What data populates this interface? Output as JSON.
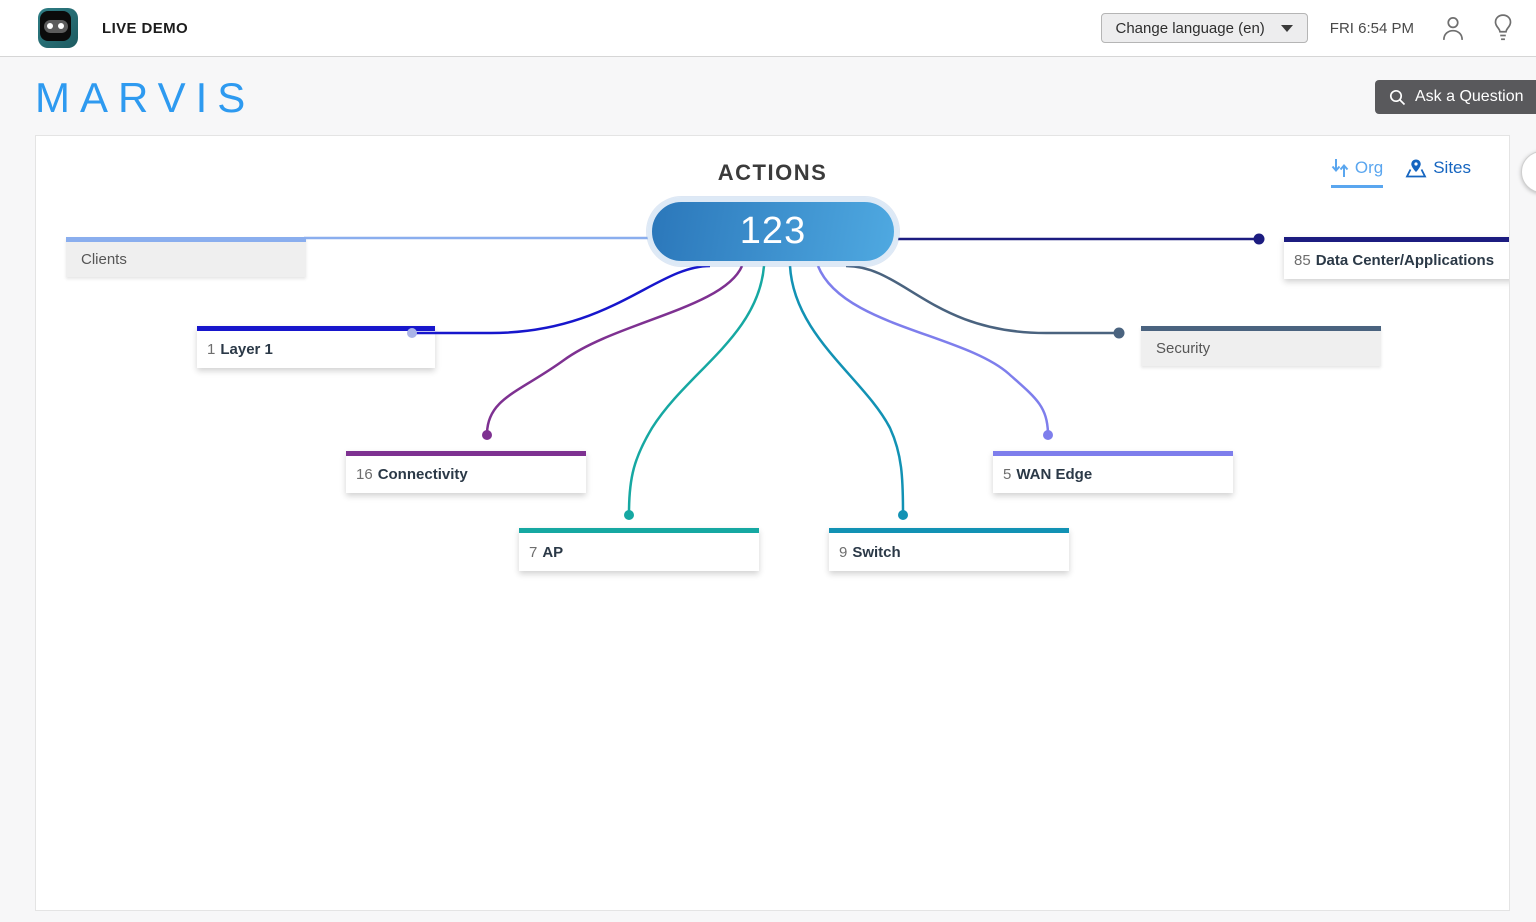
{
  "topbar": {
    "brand": "LIVE DEMO",
    "language_selector": "Change language (en)",
    "clock": "FRI 6:54 PM"
  },
  "header": {
    "title": "MARVIS",
    "title_color": "#2e9af0",
    "ask_button": "Ask a Question"
  },
  "panel": {
    "title": "ACTIONS",
    "tabs": [
      {
        "label": "Org",
        "active": true,
        "color": "#5aa6ef"
      },
      {
        "label": "Sites",
        "active": false,
        "color": "#1565c0"
      }
    ],
    "collapse_chevron": "‹"
  },
  "mindmap": {
    "root": {
      "value": "123",
      "gradient_start": "#2b77ba",
      "gradient_end": "#4fa9e1",
      "ring_color": "#dde9f6"
    },
    "branches": [
      {
        "id": "clients",
        "count": "",
        "label": "Clients",
        "color": "#8aaeee",
        "dot_color": "#8aaeee",
        "disabled": true
      },
      {
        "id": "data-center",
        "count": "85",
        "label": "Data Center/Applications",
        "color": "#1c1c80",
        "dot_color": "#1c1c80",
        "disabled": false
      },
      {
        "id": "layer-1",
        "count": "1",
        "label": "Layer 1",
        "color": "#1716cc",
        "dot_color": "#aab4e8",
        "disabled": false
      },
      {
        "id": "security",
        "count": "",
        "label": "Security",
        "color": "#4a637f",
        "dot_color": "#4a637f",
        "disabled": true
      },
      {
        "id": "connectivity",
        "count": "16",
        "label": "Connectivity",
        "color": "#7e3191",
        "dot_color": "#7e3191",
        "disabled": false
      },
      {
        "id": "ap",
        "count": "7",
        "label": "AP",
        "color": "#16a8a2",
        "dot_color": "#16a8a2",
        "disabled": false
      },
      {
        "id": "switch",
        "count": "9",
        "label": "Switch",
        "color": "#1292b4",
        "dot_color": "#1292b4",
        "disabled": false
      },
      {
        "id": "wan-edge",
        "count": "5",
        "label": "WAN Edge",
        "color": "#7e7eec",
        "dot_color": "#7e7eec",
        "disabled": false
      }
    ]
  }
}
